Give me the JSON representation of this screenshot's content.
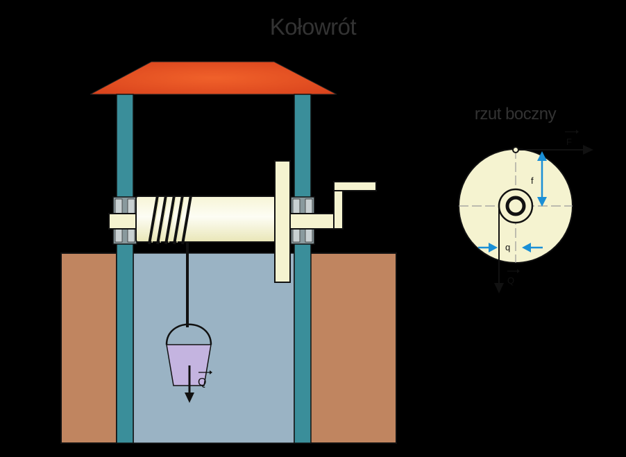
{
  "title": "Kołowrót",
  "side_view": {
    "title": "rzut boczny",
    "label_f": "f",
    "label_q": "q",
    "vector_F": "F",
    "vector_Q": "Q"
  },
  "main_view": {
    "vector_Q": "Q"
  },
  "colors": {
    "background": "#000000",
    "title": "#333333",
    "roof": "#e04a20",
    "post": "#3a8e9a",
    "ground": "#c08560",
    "water": "#9ab3c4",
    "drum": "#f5f3d0",
    "bucket": "#c4b4e0",
    "dimension_arrows": "#1a8fd6"
  }
}
